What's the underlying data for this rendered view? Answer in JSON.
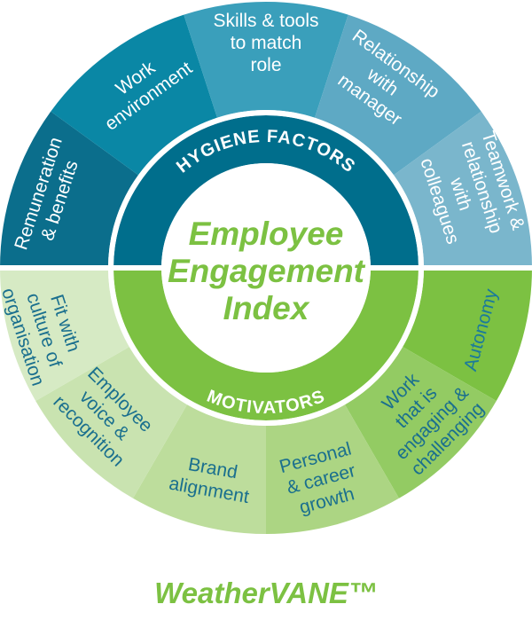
{
  "hygiene": {
    "title": "HYGIENE FACTORS",
    "band_color": "#006e8c",
    "segments": [
      {
        "lines": [
          "Remuneration",
          "& benefits"
        ],
        "color": "#0b6e8c",
        "text_color": "#ffffff"
      },
      {
        "lines": [
          "Work",
          "environment"
        ],
        "color": "#0a87a5",
        "text_color": "#ffffff"
      },
      {
        "lines": [
          "Skills & tools",
          "to match",
          "role"
        ],
        "color": "#3a9fbb",
        "text_color": "#ffffff"
      },
      {
        "lines": [
          "Relationship",
          "with",
          "manager"
        ],
        "color": "#5ea9c4",
        "text_color": "#ffffff"
      },
      {
        "lines": [
          "Teamwork &",
          "relationship",
          "with",
          "colleagues"
        ],
        "color": "#7ab6cc",
        "text_color": "#ffffff"
      }
    ]
  },
  "motivators": {
    "title": "MOTIVATORS",
    "band_color": "#7cc142",
    "segments": [
      {
        "lines": [
          "Autonomy"
        ],
        "color": "#7cc142",
        "text_color": "#1a7a9c"
      },
      {
        "lines": [
          "Work",
          "that is",
          "engaging &",
          "challenging"
        ],
        "color": "#93cb63",
        "text_color": "#1a6f8e"
      },
      {
        "lines": [
          "Personal",
          "& career",
          "growth"
        ],
        "color": "#acd583",
        "text_color": "#1a6f8e"
      },
      {
        "lines": [
          "Brand",
          "alignment"
        ],
        "color": "#bddd9c",
        "text_color": "#1a6f8e"
      },
      {
        "lines": [
          "Employee",
          "voice &",
          "recognition"
        ],
        "color": "#c9e3b0",
        "text_color": "#1a6f8e"
      },
      {
        "lines": [
          "Fit with",
          "culture of",
          "organisation"
        ],
        "color": "#d6eac4",
        "text_color": "#1a6f8e"
      }
    ]
  },
  "center": {
    "lines": [
      "Employee",
      "Engagement",
      "Index"
    ]
  },
  "footer": {
    "brand": "WeatherVANE™"
  }
}
